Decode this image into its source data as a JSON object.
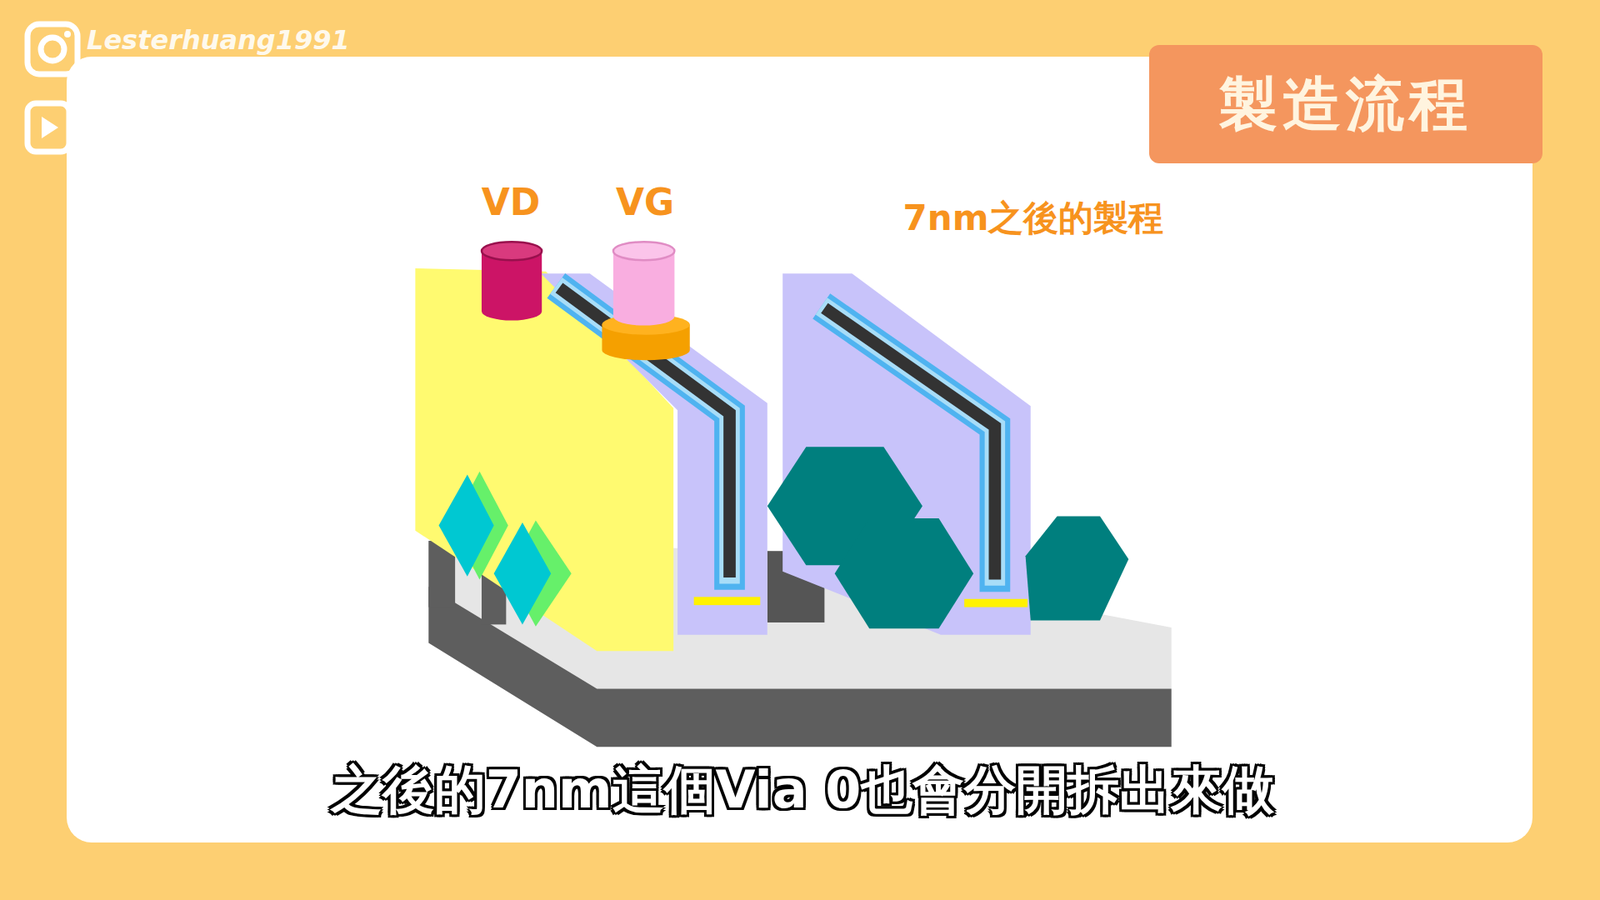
{
  "diagram": {
    "title": "製造流程",
    "caption": "之後的7nm這個Via 0也會分開拆出來做",
    "labels": [
      "Lesterhuang1991",
      "VD",
      "VG",
      "7nm之後的製程"
    ]
  }
}
